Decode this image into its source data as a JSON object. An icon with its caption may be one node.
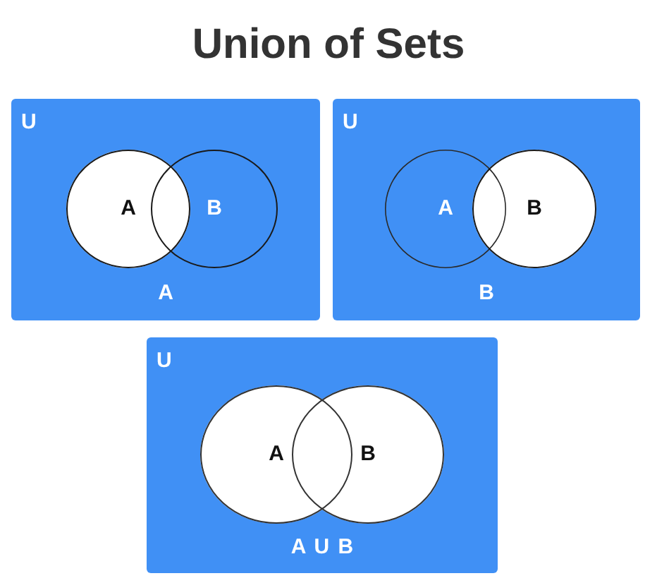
{
  "diagram": {
    "title": "Union of Sets",
    "nodes": [
      {
        "text": [
          "U",
          "A"
        ]
      },
      {
        "text": [
          "A"
        ],
        "in": 0
      },
      {
        "text": [
          "B"
        ],
        "in": 0
      },
      {
        "text": [
          "U",
          "B"
        ]
      },
      {
        "text": [
          "A"
        ],
        "in": 3
      },
      {
        "text": [
          "B"
        ],
        "in": 3
      },
      {
        "text": [
          "U",
          "A U B"
        ]
      },
      {
        "text": [
          "A"
        ],
        "in": 6
      },
      {
        "text": [
          "B"
        ],
        "in": 6
      }
    ]
  }
}
